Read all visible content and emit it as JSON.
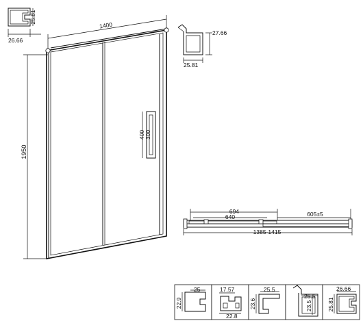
{
  "dimensions": {
    "overall_width": "1400",
    "overall_height": "1950",
    "handle_long": "400",
    "handle_short": "300",
    "rail_opening": "694",
    "panel_width": "640",
    "side_gap": "605±5",
    "adjust_range": "1385-1415"
  },
  "profiles": {
    "top_left": {
      "width": "26.66",
      "height": "25.81"
    },
    "top_right": {
      "width": "25.81",
      "height": "27.66"
    },
    "bottom": [
      {
        "width": "25",
        "height": "22.9"
      },
      {
        "top": "17.57",
        "bottom": "22.8"
      },
      {
        "width": "25.5",
        "height": "23.6"
      },
      {
        "width": "25.5",
        "height": "23.5"
      },
      {
        "width": "26.66",
        "height": "25.81"
      }
    ]
  }
}
